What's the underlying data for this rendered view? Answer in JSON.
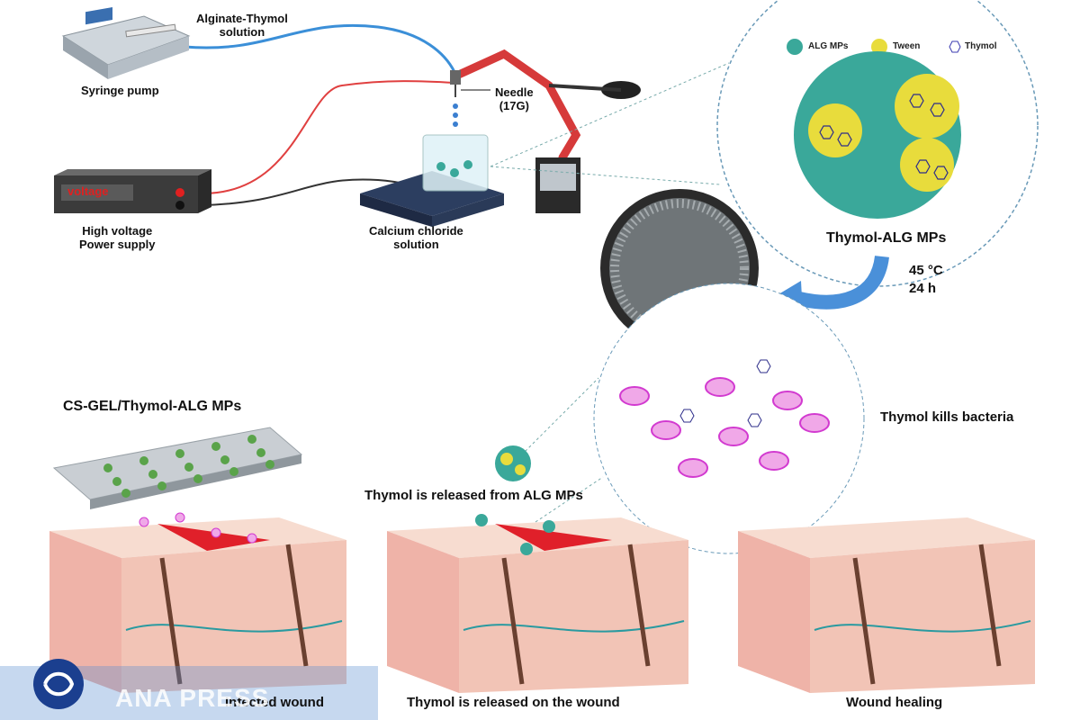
{
  "setup": {
    "syringe_pump": "Syringe pump",
    "solution": "Alginate-Thymol\nsolution",
    "needle": "Needle\n(17G)",
    "power_supply": "High voltage\nPower supply",
    "voltage_display": "voltage",
    "calcium": "Calcium chloride\nsolution"
  },
  "legend": {
    "items": [
      {
        "label": "ALG MPs",
        "color": "#3aa89a"
      },
      {
        "label": "Tween",
        "color": "#e8dc3c"
      },
      {
        "label": "Thymol",
        "color": "#3b3bb0"
      }
    ]
  },
  "microparticles_title": "Thymol-ALG MPs",
  "drying": {
    "temp": "45 °C",
    "time": "24 h"
  },
  "dressing_title": "CS-GEL/Thymol-ALG MPs",
  "bacteria_caption": "Thymol kills bacteria",
  "release_caption": "Thymol is released from ALG MPs",
  "panels": {
    "wound_infection": "Infected wound",
    "release": "Thymol is released on the wound",
    "healing": "Wound healing"
  },
  "watermark": "ANA PRESS",
  "colors": {
    "teal": "#3aa89a",
    "tween": "#e8dc3c",
    "arrow": "#4a90d9",
    "skin": "#f3c9b8",
    "wound": "#e0202a"
  }
}
